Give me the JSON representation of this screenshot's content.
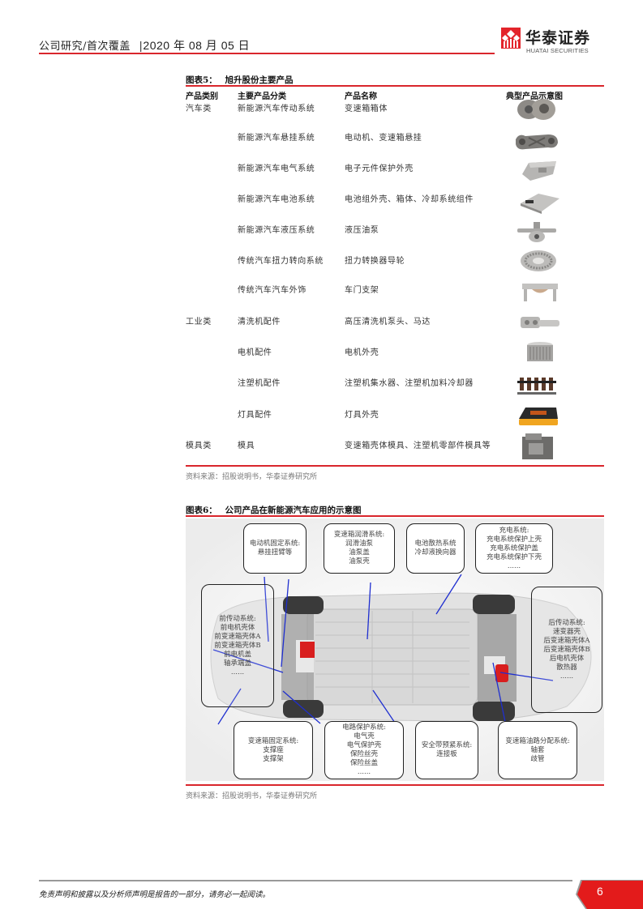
{
  "header": {
    "report_type": "公司研究/首次覆盖",
    "separator": "|",
    "date": "2020 年 08 月 05 日",
    "logo_cn": "华泰证券",
    "logo_en": "HUATAI SECURITIES",
    "accent_color": "#d9262c"
  },
  "figure5": {
    "label": "图表5：",
    "title": "旭升股份主要产品",
    "columns": [
      "产品类别",
      "主要产品分类",
      "产品名称",
      "典型产品示意图"
    ],
    "rows": [
      {
        "category": "汽车类",
        "classification": "新能源汽车传动系统",
        "product": "变速箱箱体",
        "image": "gearbox-housing-image"
      },
      {
        "category": "",
        "classification": "新能源汽车悬挂系统",
        "product": "电动机、变速箱悬挂",
        "image": "suspension-bracket-image"
      },
      {
        "category": "",
        "classification": "新能源汽车电气系统",
        "product": "电子元件保护外壳",
        "image": "electronics-housing-image"
      },
      {
        "category": "",
        "classification": "新能源汽车电池系统",
        "product": "电池组外壳、箱体、冷却系统组件",
        "image": "battery-housing-image"
      },
      {
        "category": "",
        "classification": "新能源汽车液压系统",
        "product": "液压油泵",
        "image": "hydraulic-pump-image"
      },
      {
        "category": "",
        "classification": "传统汽车扭力转向系统",
        "product": "扭力转换器导轮",
        "image": "torque-converter-stator-image"
      },
      {
        "category": "",
        "classification": "传统汽车汽车外饰",
        "product": "车门支架",
        "image": "door-bracket-image"
      },
      {
        "category": "工业类",
        "classification": "清洗机配件",
        "product": "高压清洗机泵头、马达",
        "image": "washer-pump-head-image"
      },
      {
        "category": "",
        "classification": "电机配件",
        "product": "电机外壳",
        "image": "motor-housing-image"
      },
      {
        "category": "",
        "classification": "注塑机配件",
        "product": "注塑机集水器、注塑机加料冷却器",
        "image": "injection-manifold-image"
      },
      {
        "category": "",
        "classification": "灯具配件",
        "product": "灯具外壳",
        "image": "lamp-housing-image"
      },
      {
        "category": "模具类",
        "classification": "模具",
        "product": "变速箱壳体模具、注塑机零部件模具等",
        "image": "mold-image"
      }
    ],
    "source": "资料来源：招股说明书，华泰证券研究所"
  },
  "figure6": {
    "label": "图表6：",
    "title": "公司产品在新能源汽车应用的示意图",
    "callouts": {
      "motor_mount": [
        "电动机固定系统:",
        "悬挂扭臂等"
      ],
      "gearbox_lube": [
        "变速箱润滑系统:",
        "润滑油泵",
        "油泵盖",
        "油泵壳"
      ],
      "battery_cooling": [
        "电池散热系统",
        "冷却液换向器"
      ],
      "charging": [
        "充电系统:",
        "充电系统保护上壳",
        "充电系统保护盖",
        "充电系统保护下壳",
        "......"
      ],
      "front_drive": [
        "前传动系统:",
        "前电机壳体",
        "前变速箱壳体A",
        "前变速箱壳体B",
        "前电机盖",
        "轴承端盖",
        "......"
      ],
      "rear_drive": [
        "后传动系统:",
        "速变器壳",
        "后变速箱壳体A",
        "后变速箱壳体B",
        "后电机壳体",
        "散热器",
        "......"
      ],
      "gearbox_mount": [
        "变速箱固定系统:",
        "支撑座",
        "支撑架"
      ],
      "circuit_protection": [
        "电路保护系统:",
        "电气壳",
        "电气保护壳",
        "保险丝壳",
        "保险丝盖",
        "......"
      ],
      "seatbelt": [
        "安全带预紧系统:",
        "连接板"
      ],
      "oil_distribution": [
        "变速箱油路分配系统:",
        "轴套",
        "歧管"
      ]
    },
    "leader_line_color": "#1f2fd0",
    "highlight_color": "#d81e1e",
    "source": "资料来源：招股说明书，华泰证券研究所"
  },
  "footer": {
    "disclaimer": "免责声明和披露以及分析师声明是报告的一部分，请务必一起阅读。",
    "page_number": "6"
  }
}
